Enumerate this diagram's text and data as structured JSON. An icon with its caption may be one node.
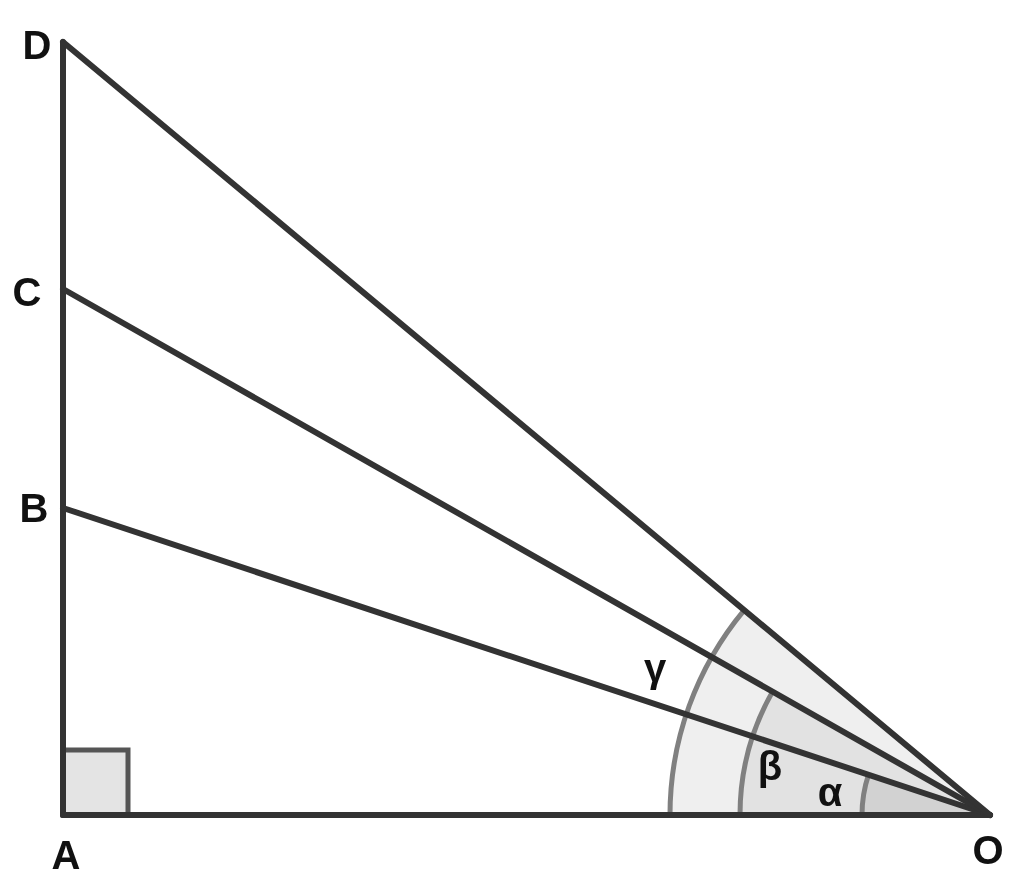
{
  "diagram": {
    "labels": [
      "D",
      "C",
      "B",
      "γ",
      "β",
      "α",
      "A",
      "O"
    ]
  }
}
